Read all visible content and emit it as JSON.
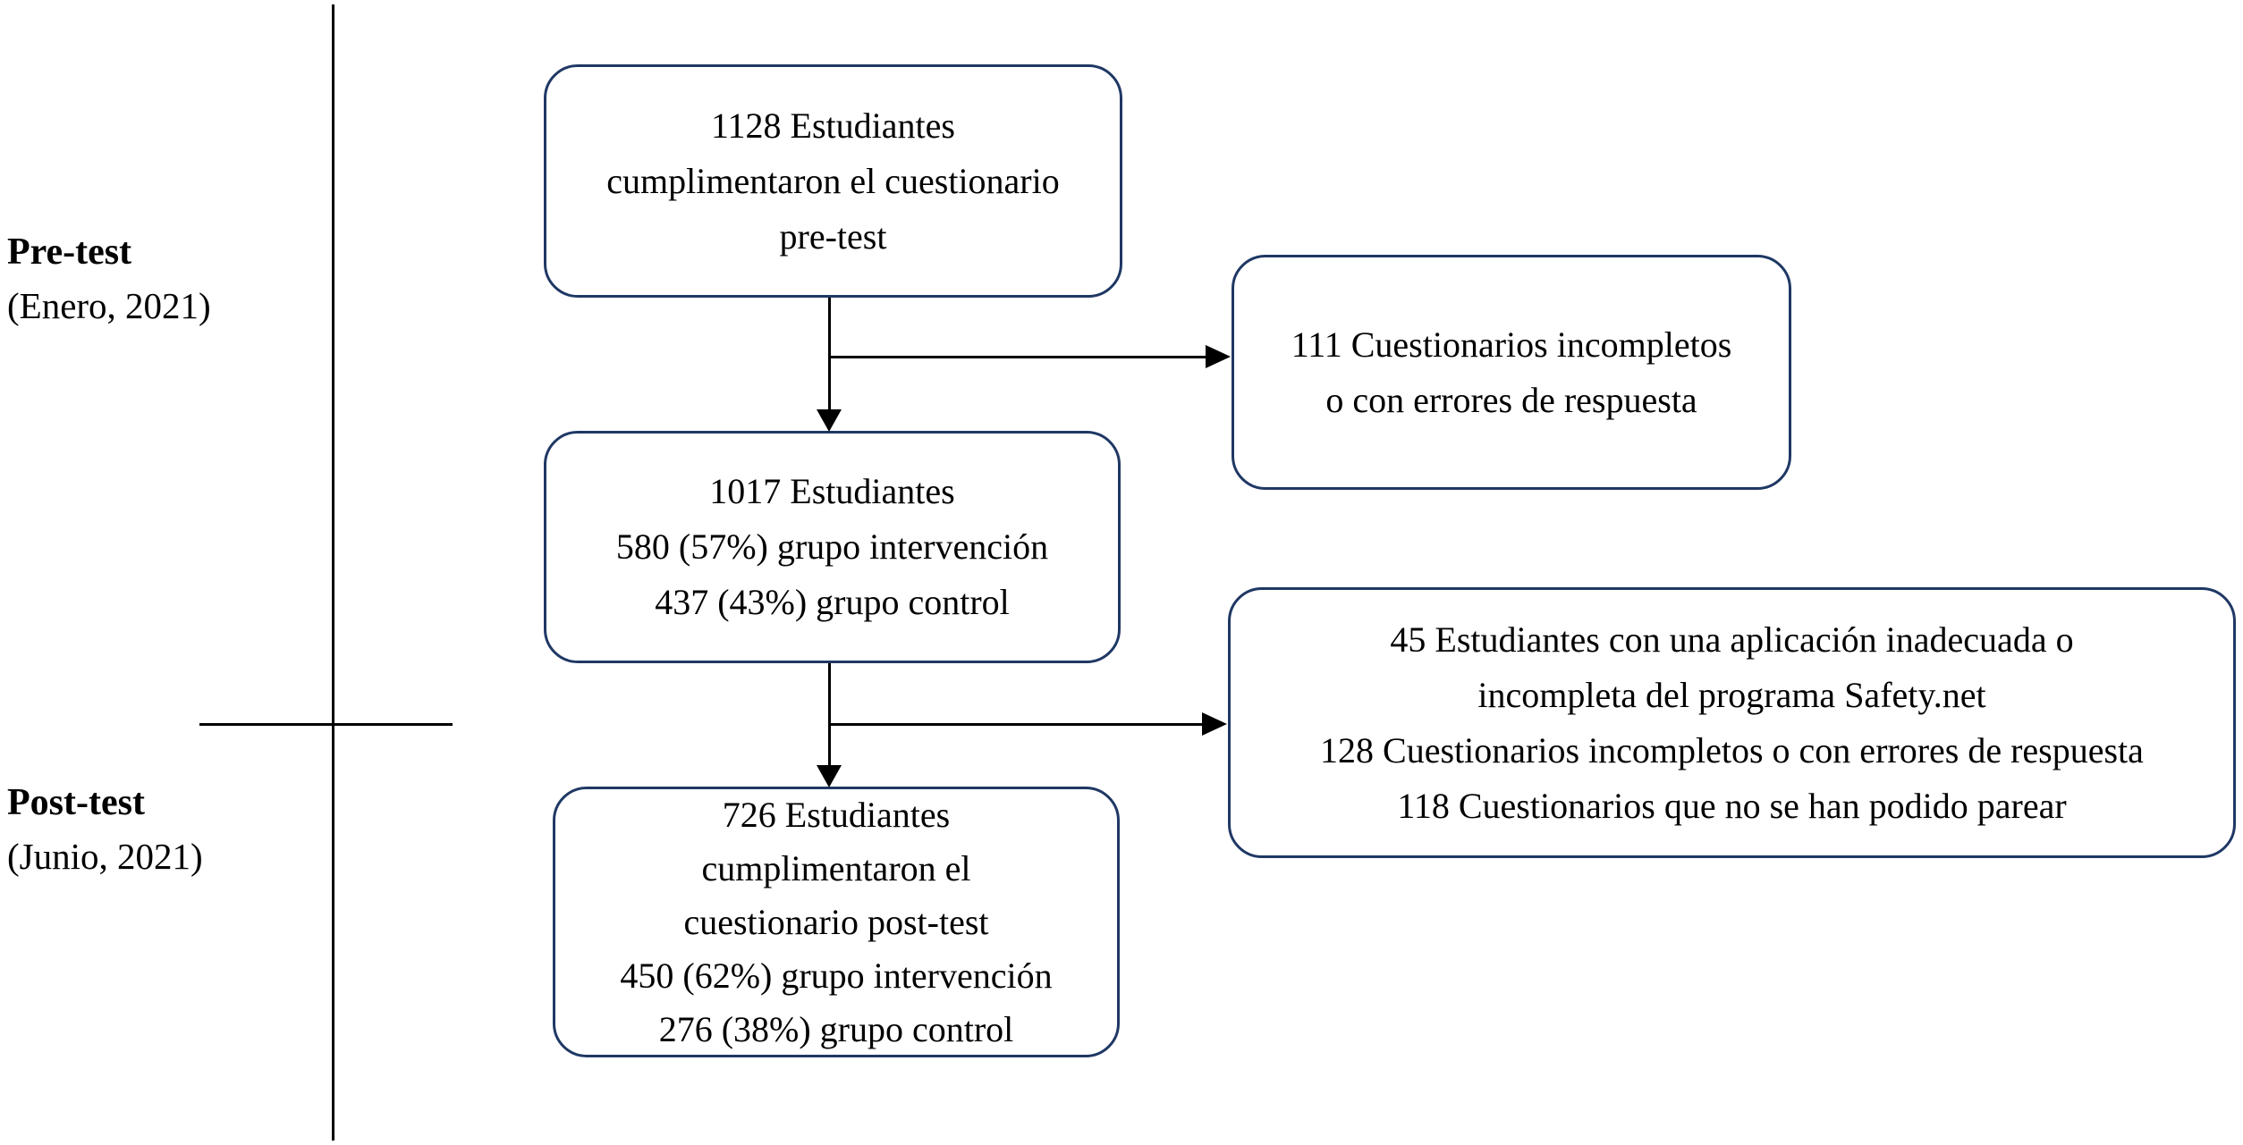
{
  "colors": {
    "box_border": "#1f3864",
    "connector": "#000000",
    "text": "#000000",
    "background": "#ffffff"
  },
  "timeline": {
    "pretest": {
      "title": "Pre-test",
      "date": "(Enero, 2021)"
    },
    "posttest": {
      "title": "Post-test",
      "date": "(Junio, 2021)"
    }
  },
  "flow": {
    "box_pretest_completed": {
      "lines": [
        "1128 Estudiantes",
        "cumplimentaron el cuestionario",
        "pre-test"
      ]
    },
    "box_excluded_pretest": {
      "lines": [
        "111 Cuestionarios incompletos",
        "o con errores de respuesta"
      ]
    },
    "box_analyzed_pretest": {
      "lines": [
        "1017 Estudiantes",
        "580 (57%) grupo intervención",
        "437 (43%) grupo control"
      ]
    },
    "box_excluded_posttest": {
      "lines": [
        "45 Estudiantes con una aplicación inadecuada o",
        "incompleta del programa Safety.net",
        "128 Cuestionarios incompletos o con errores de respuesta",
        "118 Cuestionarios que no se han podido parear"
      ]
    },
    "box_posttest_completed": {
      "lines": [
        "726 Estudiantes",
        "cumplimentaron el",
        "cuestionario post-test",
        "450 (62%) grupo intervención",
        "276 (38%) grupo control"
      ]
    }
  }
}
